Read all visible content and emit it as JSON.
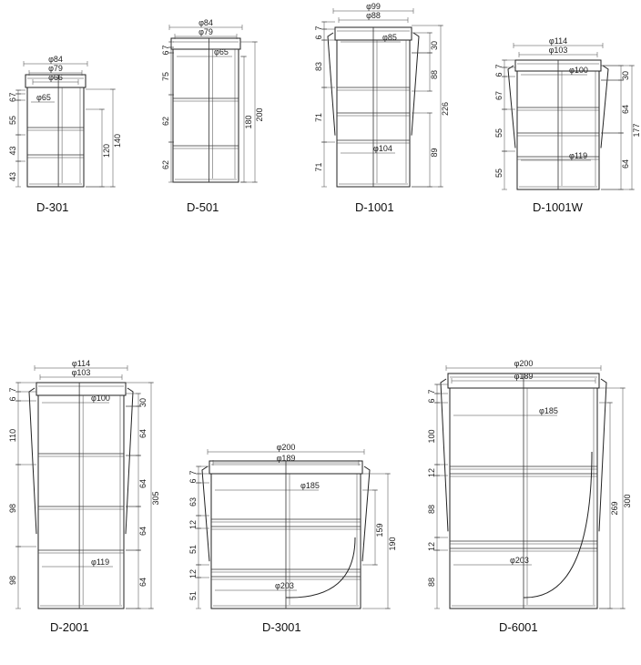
{
  "colors": {
    "line": "#222222",
    "background": "#ffffff"
  },
  "drawings": [
    {
      "model": "D-301",
      "diameters": [
        "φ84",
        "φ79",
        "φ66",
        "φ65"
      ],
      "left_dims": [
        "7",
        "6",
        "55",
        "43",
        "43"
      ],
      "right_dims": [
        "120",
        "140"
      ]
    },
    {
      "model": "D-501",
      "diameters": [
        "φ84",
        "φ79",
        "φ65"
      ],
      "left_dims": [
        "7",
        "6",
        "75",
        "62",
        "62"
      ],
      "right_dims": [
        "180",
        "200"
      ]
    },
    {
      "model": "D-1001",
      "diameters": [
        "φ99",
        "φ88",
        "φ85",
        "φ104"
      ],
      "left_dims": [
        "7",
        "6",
        "83",
        "71",
        "71"
      ],
      "right_dims": [
        "30",
        "88",
        "89",
        "226"
      ]
    },
    {
      "model": "D-1001W",
      "diameters": [
        "φ114",
        "φ103",
        "φ100",
        "φ119"
      ],
      "left_dims": [
        "7",
        "6",
        "67",
        "55",
        "55"
      ],
      "right_dims": [
        "30",
        "64",
        "64",
        "177"
      ]
    },
    {
      "model": "D-2001",
      "diameters": [
        "φ114",
        "φ103",
        "φ100",
        "φ119"
      ],
      "left_dims": [
        "7",
        "6",
        "110",
        "98",
        "98"
      ],
      "right_dims": [
        "30",
        "64",
        "64",
        "64",
        "64",
        "305"
      ]
    },
    {
      "model": "D-3001",
      "diameters": [
        "φ200",
        "φ189",
        "φ185",
        "φ203"
      ],
      "left_dims": [
        "7",
        "6",
        "63",
        "12",
        "51",
        "12",
        "51"
      ],
      "right_dims": [
        "159",
        "190"
      ]
    },
    {
      "model": "D-6001",
      "diameters": [
        "φ200",
        "φ189",
        "φ185",
        "φ203"
      ],
      "left_dims": [
        "7",
        "6",
        "100",
        "12",
        "88",
        "12",
        "88"
      ],
      "right_dims": [
        "269",
        "300"
      ]
    }
  ]
}
